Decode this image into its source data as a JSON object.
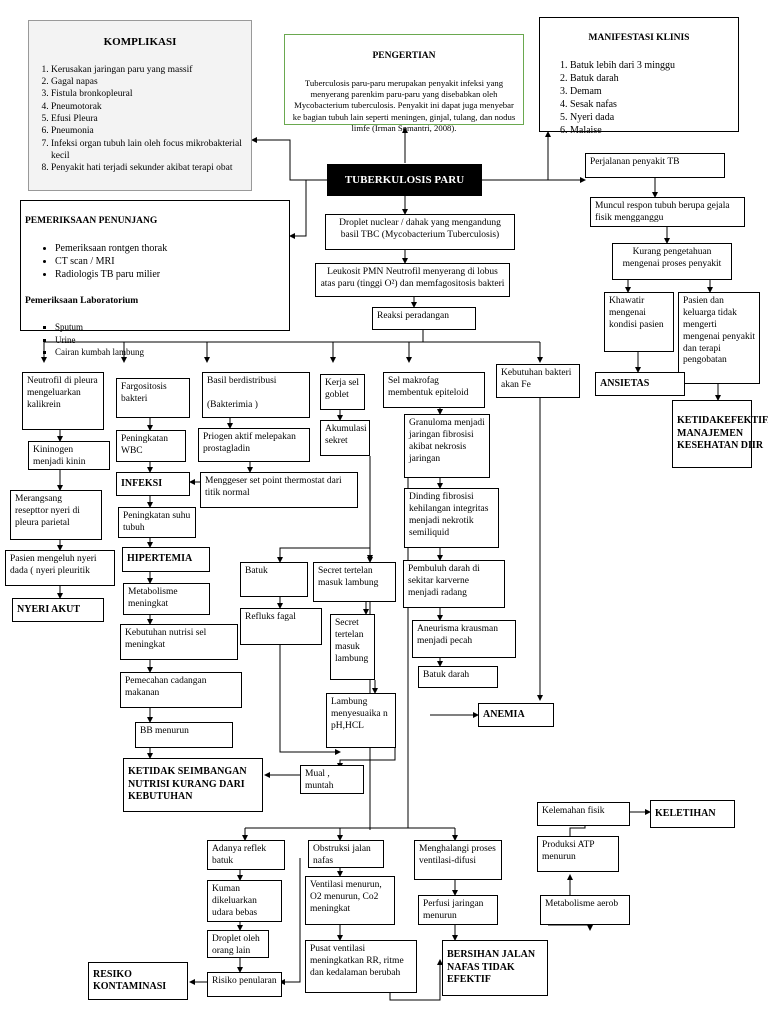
{
  "komplikasi": {
    "title": "KOMPLIKASI",
    "items": [
      "Kerusakan jaringan paru yang massif",
      "Gagal napas",
      "Fistula bronkopleural",
      "Pneumotorak",
      "Efusi Pleura",
      "Pneumonia",
      "Infeksi organ tubuh lain oleh focus mikrobakterial kecil",
      "Penyakit hati terjadi sekunder akibat terapi obat"
    ]
  },
  "pengertian": {
    "title": "PENGERTIAN",
    "text": "Tuberculosis paru-paru merupakan penyakit infeksi yang menyerang parenkim paru-paru yang disebabkan oleh Mycobacterium tuberculosis. Penyakit ini dapat juga menyebar ke bagian tubuh lain seperti meningen, ginjal, tulang, dan nodus limfe (Irman Somantri, 2008)."
  },
  "manifestasi": {
    "title": "MANIFESTASI KLINIS",
    "items": [
      "Batuk lebih dari 3 minggu",
      "Batuk darah",
      "Demam",
      "Sesak nafas",
      "Nyeri dada",
      "Malaise"
    ]
  },
  "center": {
    "title": "TUBERKULOSIS PARU"
  },
  "pemeriksaan": {
    "title": "PEMERIKSAAN PENUNJANG",
    "items": [
      "Pemeriksaan rontgen thorak",
      "CT scan / MRI",
      "Radiologis TB paru milier"
    ],
    "lab_title": "Pemeriksaan Laboratorium",
    "lab_items": [
      "Sputum",
      "Urine",
      "Cairan kumbah lambung"
    ]
  },
  "nodes": {
    "perjalanan": "Perjalanan penyakit TB",
    "muncul": "Muncul respon tubuh berupa gejala fisik mengganggu",
    "kurang": "Kurang pengetahuan mengenai proses penyakit",
    "khawatir": "Khawatir mengenai kondisi pasien",
    "pasien_keluarga": "Pasien dan keluarga tidak mengerti mengenai penyakit dan terapi pengobatan",
    "ansietas": "ANSIETAS",
    "ketidakefektifan": "KETIDAKEFEKTIFAN MANAJEMEN KESEHATAN DIIR",
    "droplet": "Droplet nuclear / dahak yang mengandung basil TBC (Mycobacterium Tuberculosis)",
    "leukosit": "Leukosit PMN Neutrofil menyerang di lobus atas paru (tinggi O²) dan memfagositosis bakteri",
    "reaksi": "Reaksi peradangan",
    "neutrofil": "Neutrofil di pleura mengeluarkan kalikrein",
    "kininogen": "Kininogen menjadi kinin",
    "merangsang": "Merangsang resepttor nyeri di pleura parietal",
    "mengeluh": "Pasien mengeluh nyeri dada ( nyeri pleuritik",
    "nyeri_akut": "NYERI AKUT",
    "fargositosis": "Fargositosis bakteri",
    "peningkatan_wbc": "Peningkatan WBC",
    "infeksi": "INFEKSI",
    "basil": "Basil berdistribusi\n\n(Bakterimia )",
    "priogen": "Priogen aktif melepakan prostagladin",
    "mengeser": "Menggeser set point thermostat dari titik normal",
    "peningkatan_suhu": "Peningkatan suhu tubuh",
    "hipertemia": "HIPERTEMIA",
    "metabolisme": "Metabolisme meningkat",
    "kebutuhan_nutrisi": "Kebutuhan nutrisi sel meningkat",
    "pemecahan": "Pemecahan cadangan makanan",
    "bb": "BB menurun",
    "ketidakseimbangan": "KETIDAK SEIMBANGAN NUTRISI KURANG DARI KEBUTUHAN",
    "kerja_sel": "Kerja sel goblet",
    "akumulasi": "Akumulasi sekret",
    "sel_makrofag": "Sel makrofag membentuk epiteloid",
    "granuloma": "Granuloma menjadi jaringan fibrosisi akibat nekrosis jaringan",
    "dinding": "Dinding fibrosisi kehilangan integritas menjadi nekrotik semiliquid",
    "pembuluh": "Pembuluh darah di sekitar karverne menjadi radang",
    "aneurisma": "Aneurisma krausman menjadi pecah",
    "batuk_darah": "Batuk darah",
    "kebutuhan_fe": "Kebutuhan bakteri akan Fe",
    "anemia": "ANEMIA",
    "batuk": "Batuk",
    "refluks": "Refluks fagal",
    "secret_lambung": "Secret tertelan masuk lambung",
    "secret_lambung2": "Secret tertelan masuk lambung",
    "lambung_ph": "Lambung menyesuaika n pH,HCL",
    "mual": "Mual , muntah",
    "adanya": "Adanya reflek batuk",
    "kuman": "Kuman dikeluarkan udara bebas",
    "droplet_oleh": "Droplet oleh orang lain",
    "risiko_penularan": "Risiko penularan",
    "resiko_kontaminasi": "RESIKO KONTAMINASI",
    "obstruksi": "Obstruksi jalan nafas",
    "ventilasi": "Ventilasi menurun, O2 menurun, Co2 meningkat",
    "pusat": "Pusat ventilasi meningkatkan RR, ritme dan kedalaman berubah",
    "menghalangi": "Menghalangi proses ventilasi-difusi",
    "perfusi": "Perfusi jaringan menurun",
    "bersihan": "BERSIHAN JALAN NAFAS TIDAK EFEKTIF",
    "metabolisme_aerob": "Metabolisme aerob",
    "produksi_atp": "Produksi ATP menurun",
    "kelemahan": "Kelemahan fisik",
    "keletihan": "KELETIHAN"
  }
}
